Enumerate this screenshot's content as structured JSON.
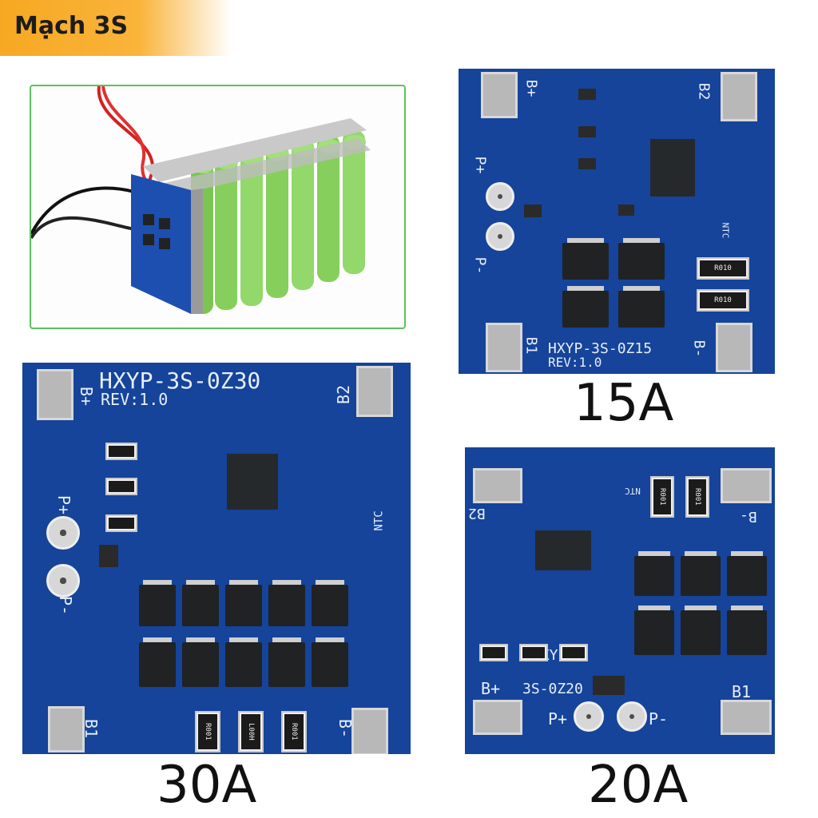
{
  "banner": {
    "title": "Mạch 3S",
    "color": "#f7a823"
  },
  "board_15a": {
    "labels": {
      "b_plus": "B+",
      "b2": "B2",
      "p_plus": "P+",
      "p_minus": "P-",
      "b1": "B1",
      "b_minus": "B-",
      "ntc": "NTC"
    },
    "model": "HXYP-3S-0Z15",
    "rev": "REV:1.0",
    "resistors": [
      "R010",
      "R010"
    ],
    "caption": "15A"
  },
  "board_30a": {
    "model": "HXYP-3S-0Z30",
    "rev": "REV:1.0",
    "labels": {
      "b_plus": "B+",
      "b2": "B2",
      "p_plus": "P+",
      "p_minus": "P-",
      "b1": "B1",
      "b_minus": "B-",
      "ntc": "NTC"
    },
    "resistors": [
      "R001",
      "L00H",
      "R001"
    ],
    "caption": "30A"
  },
  "board_20a": {
    "model_line1": "HXYP",
    "model_line2": "3S-0Z20",
    "labels": {
      "b2": "B2",
      "b_minus": "B-",
      "b_plus": "B+",
      "b1": "B1",
      "p_plus": "P+",
      "p_minus": "P-",
      "ntc": "NTC"
    },
    "resistors": [
      "R001",
      "R001"
    ],
    "caption": "20A"
  },
  "colors": {
    "pcb": "#15449a",
    "frame": "#5cc25c",
    "cell": "#93d86a"
  }
}
